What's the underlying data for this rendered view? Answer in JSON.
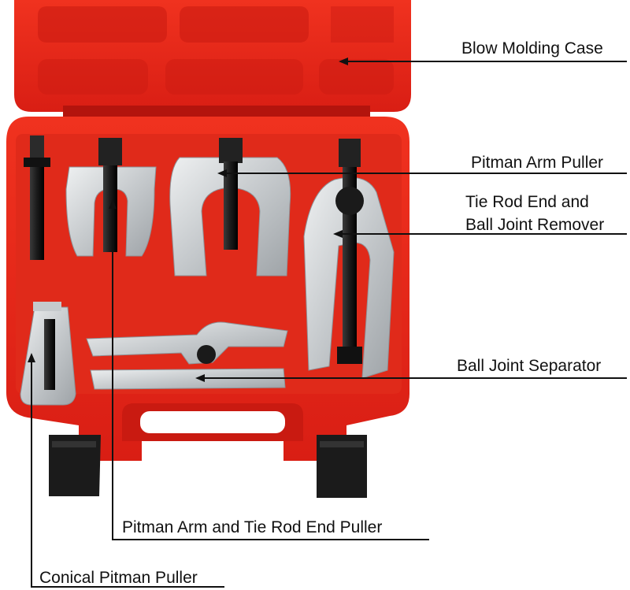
{
  "labels": {
    "blow_molding_case": "Blow Molding Case",
    "pitman_arm_puller": "Pitman Arm Puller",
    "tie_rod_line1": "Tie Rod End and",
    "tie_rod_line2": "Ball Joint Remover",
    "ball_joint_separator": "Ball Joint Separator",
    "pitman_arm_tie_rod_puller": "Pitman Arm and Tie Rod End Puller",
    "conical_pitman_puller": "Conical Pitman Puller"
  },
  "colors": {
    "case_red": "#e8231a",
    "case_dark_red": "#b3140d",
    "tool_silver": "#cfd3d6",
    "bolt_black": "#1c1c1c",
    "leader_line": "#111111"
  }
}
